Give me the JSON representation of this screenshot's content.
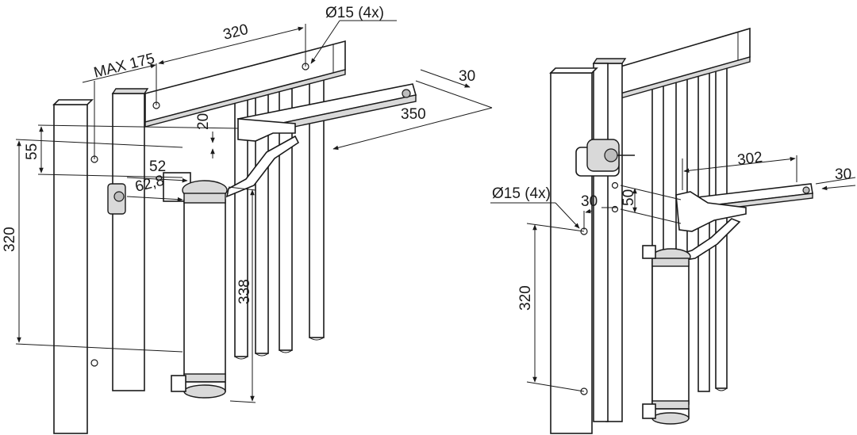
{
  "views": {
    "left": {
      "dim_320_top": "320",
      "dim_hole": "Ø15 (4x)",
      "dim_max": "MAX 175",
      "dim_30": "30",
      "dim_350": "350",
      "dim_20": "20",
      "dim_55": "55",
      "dim_52": "52",
      "dim_62": "62,8",
      "dim_320_side": "320",
      "dim_338": "338"
    },
    "right": {
      "dim_302": "302",
      "dim_30_arm": "30",
      "dim_hole": "Ø15 (4x)",
      "dim_30": "30",
      "dim_50": "50",
      "dim_320_side": "320"
    }
  },
  "colors": {
    "line": "#1a1a1a",
    "fill_light": "#d9d9d9",
    "fill_mid": "#bdbdbd"
  }
}
